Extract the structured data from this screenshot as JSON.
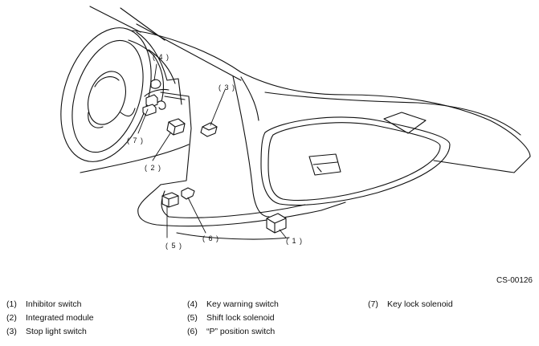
{
  "figure_code": "CS-00126",
  "callouts": {
    "c1": "( 1 )",
    "c2": "( 2 )",
    "c3": "( 3 )",
    "c4": "( 4 )",
    "c5": "( 5 )",
    "c6": "( 6 )",
    "c7": "( 7 )"
  },
  "legend": [
    {
      "num": "(1)",
      "label": "Inhibitor switch"
    },
    {
      "num": "(2)",
      "label": "Integrated module"
    },
    {
      "num": "(3)",
      "label": "Stop light switch"
    },
    {
      "num": "(4)",
      "label": "Key warning switch"
    },
    {
      "num": "(5)",
      "label": "Shift lock solenoid"
    },
    {
      "num": "(6)",
      "label": "“P” position switch"
    },
    {
      "num": "(7)",
      "label": "Key lock solenoid"
    }
  ]
}
